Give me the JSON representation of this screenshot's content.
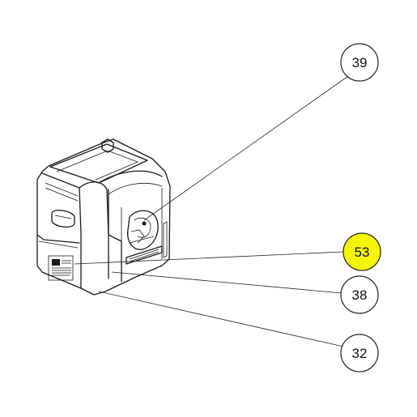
{
  "callouts": [
    {
      "label": "39",
      "highlighted": false
    },
    {
      "label": "53",
      "highlighted": true
    },
    {
      "label": "38",
      "highlighted": false
    },
    {
      "label": "32",
      "highlighted": false
    }
  ],
  "colors": {
    "highlight_fill": "#f5f50a",
    "circle_fill": "#ffffff",
    "stroke": "#222222"
  }
}
